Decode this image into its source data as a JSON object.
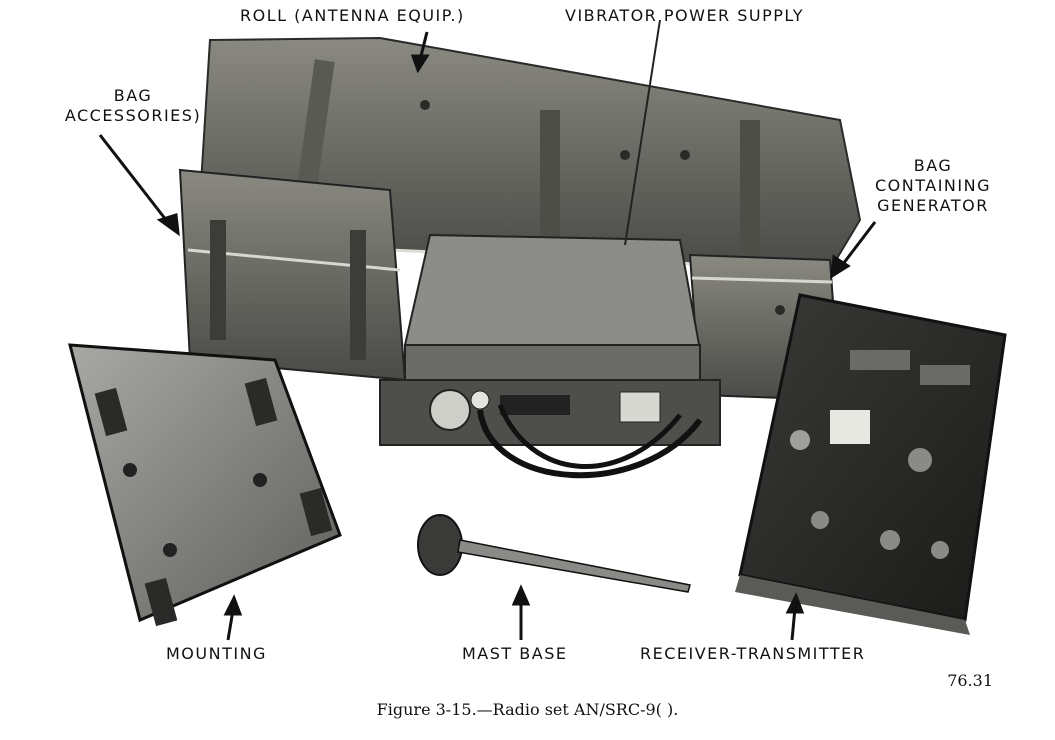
{
  "labels": {
    "roll": "ROLL (ANTENNA EQUIP.)",
    "vibrator": "VIBRATOR POWER SUPPLY",
    "bag_accessories_line1": "BAG",
    "bag_accessories_line2": "ACCESSORIES)",
    "bag_generator_line1": "BAG",
    "bag_generator_line2": "CONTAINING",
    "bag_generator_line3": "GENERATOR",
    "mounting": "MOUNTING",
    "mast_base": "MAST BASE",
    "receiver_transmitter": "RECEIVER-TRANSMITTER"
  },
  "figure_number": "76.31",
  "caption": "Figure 3-15.—Radio set AN/SRC-9( )."
}
